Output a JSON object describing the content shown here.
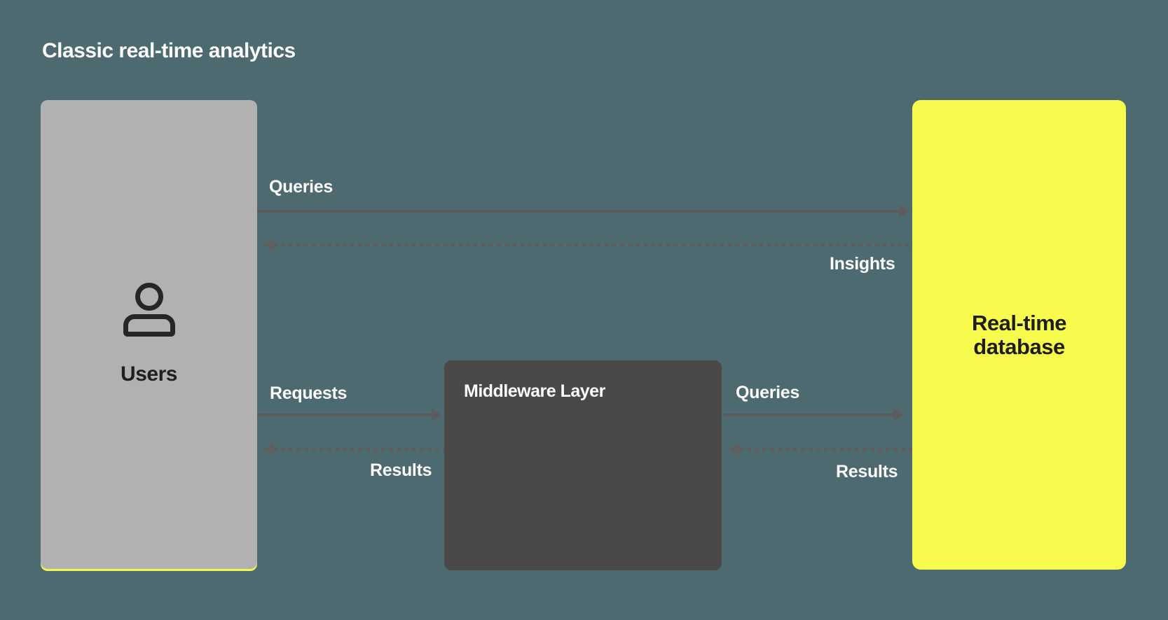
{
  "title": "Classic real-time analytics",
  "nodes": {
    "users": {
      "label": "Users",
      "icon": "person-icon",
      "color": "#b1b1b1"
    },
    "middleware": {
      "label": "Middleware Layer",
      "color": "#4b4848"
    },
    "database": {
      "label_line1": "Real-time",
      "label_line2": "database",
      "color": "#f7fb4d"
    }
  },
  "edges": [
    {
      "from": "users",
      "to": "database",
      "label": "Queries",
      "style": "solid",
      "direction": "right"
    },
    {
      "from": "database",
      "to": "users",
      "label": "Insights",
      "style": "dashed",
      "direction": "left"
    },
    {
      "from": "users",
      "to": "middleware",
      "label": "Requests",
      "style": "solid",
      "direction": "right"
    },
    {
      "from": "middleware",
      "to": "users",
      "label": "Results",
      "style": "dashed",
      "direction": "left"
    },
    {
      "from": "middleware",
      "to": "database",
      "label": "Queries",
      "style": "solid",
      "direction": "right"
    },
    {
      "from": "database",
      "to": "middleware",
      "label": "Results",
      "style": "dashed",
      "direction": "left"
    }
  ],
  "colors": {
    "background": "#4e6a71",
    "users_box": "#b1b1b1",
    "middleware_box": "#4b4848",
    "database_box": "#f7fb4d",
    "database_peek_line": "#f0f64b",
    "arrow_solid": "#5c5c5c",
    "arrow_dashed": "#5e5e60",
    "label_text": "#fbfbfb",
    "dark_text": "#1f1f1f"
  }
}
